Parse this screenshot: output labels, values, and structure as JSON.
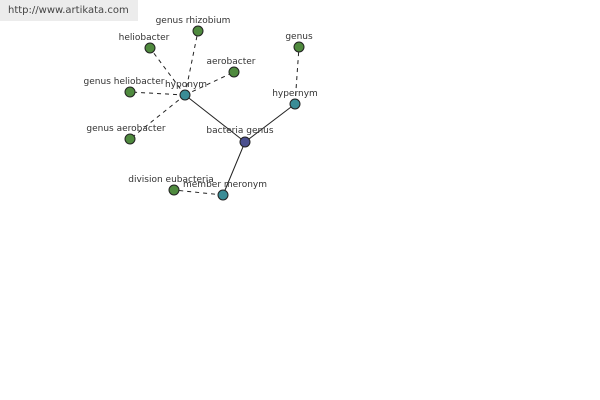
{
  "watermark": {
    "url": "http://www.artikata.com"
  },
  "colors": {
    "center": "#4a4f8e",
    "relation": "#3a8c96",
    "leaf": "#4f8a3e",
    "edge": "#222222"
  },
  "graph": {
    "nodes": [
      {
        "id": "bacteria_genus",
        "label": "bacteria genus",
        "kind": "center"
      },
      {
        "id": "hyponym",
        "label": "hyponym",
        "kind": "relation"
      },
      {
        "id": "hypernym",
        "label": "hypernym",
        "kind": "relation"
      },
      {
        "id": "member_meronym",
        "label": "member meronym",
        "kind": "relation"
      },
      {
        "id": "genus_rhizobium",
        "label": "genus rhizobium",
        "kind": "leaf"
      },
      {
        "id": "heliobacter",
        "label": "heliobacter",
        "kind": "leaf"
      },
      {
        "id": "aerobacter",
        "label": "aerobacter",
        "kind": "leaf"
      },
      {
        "id": "genus_heliobacter",
        "label": "genus heliobacter",
        "kind": "leaf"
      },
      {
        "id": "genus_aerobacter",
        "label": "genus aerobacter",
        "kind": "leaf"
      },
      {
        "id": "genus",
        "label": "genus",
        "kind": "leaf"
      },
      {
        "id": "division_eubacteria",
        "label": "division eubacteria",
        "kind": "leaf"
      }
    ],
    "edges": [
      {
        "from": "bacteria_genus",
        "to": "hyponym",
        "style": "solid"
      },
      {
        "from": "bacteria_genus",
        "to": "hypernym",
        "style": "solid"
      },
      {
        "from": "bacteria_genus",
        "to": "member_meronym",
        "style": "solid"
      },
      {
        "from": "hyponym",
        "to": "genus_rhizobium",
        "style": "dashed"
      },
      {
        "from": "hyponym",
        "to": "heliobacter",
        "style": "dashed"
      },
      {
        "from": "hyponym",
        "to": "aerobacter",
        "style": "dashed"
      },
      {
        "from": "hyponym",
        "to": "genus_heliobacter",
        "style": "dashed"
      },
      {
        "from": "hyponym",
        "to": "genus_aerobacter",
        "style": "dashed"
      },
      {
        "from": "hypernym",
        "to": "genus",
        "style": "dashed"
      },
      {
        "from": "member_meronym",
        "to": "division_eubacteria",
        "style": "dashed"
      }
    ]
  }
}
